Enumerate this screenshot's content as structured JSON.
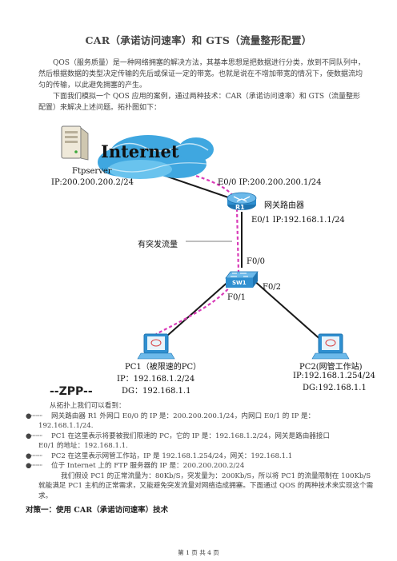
{
  "title": "CAR（承诺访问速率）和 GTS（流量整形配置）",
  "intro": [
    "QOS（服务质量）是一种网络拥塞的解决方法，其基本思想是把数据进行分类，放到不同队列中，然后根据数据的类型决定传输的先后或保证一定的带宽。也就是说在不增加带宽的情况下，使数据流均匀的传输，以此避免拥塞的产生。",
    "下面我们模拟一个 QOS 应用的案例，通过两种技术：CAR（承诺访问速率）和 GTS（流量整形配置）来解决上述问题。拓扑图如下："
  ],
  "diagram": {
    "cloud_label": "Internet",
    "ftp_name": "Ftpserver",
    "ftp_ip": "IP:200.200.200.2/24",
    "e00": "E0/0 IP:200.200.200.1/24",
    "router_name": "网关路由器",
    "router_id": "R1",
    "e01": "E0/1 IP:192.168.1.1/24",
    "burst_label": "有突发流量",
    "f00": "F0/0",
    "switch_id": "SW1",
    "f01": "F0/1",
    "f02": "F0/2",
    "pc1_name": "PC1（被限速的PC）",
    "pc1_ip": "IP：192.168.1.2/24",
    "pc1_dg": "DG：192.168.1.1",
    "pc2_name": "PC2(网管工作站)",
    "pc2_ip": "IP:192.168.1.254/24",
    "pc2_dg": "DG:192.168.1.1",
    "colors": {
      "link": "#1a1a1a",
      "burst": "#d93bb8",
      "router": "#2f8fd0",
      "cloud": "#3fa7e0"
    }
  },
  "signature": "--ZPP--",
  "lead": "从拓扑上我们可以看到：",
  "bullets": [
    {
      "mark": "●········",
      "text": "网关路由器 R1 外网口 E0/0 的 IP 是：200.200.200.1/24，内网口 E0/1 的 IP 是：",
      "cont": "192.168.1.1/24."
    },
    {
      "mark": "●········",
      "text": "PC1 在这里表示将要被我们限速的 PC，它的 IP 是：192.168.1.2/24，网关是路由器接口",
      "cont": "E0/1 的地址：192.168.1.1."
    },
    {
      "mark": "●········",
      "text": "PC2 在这里表示网管工作站，IP 是 192.168.1.254/24，网关：192.168.1.1",
      "cont": ""
    },
    {
      "mark": "●········",
      "text": "位于 Internet 上的 FTP 服务器的 IP 是：200.200.200.2/24",
      "cont": ""
    }
  ],
  "assumption": "我们假设 PC1 的正常流量为：80Kb/S，突发量为：200Kb/S，所以将 PC1 的流量限制在 100Kb/S 就能满足 PC1 主机的正常需求，又能避免突发流量对网络造成拥塞。下面通过 QOS 的两种技术来实现这个需求。",
  "strategy": "对策一：使用 CAR（承诺访问速率）技术",
  "footer": "第 1 页 共 4 页"
}
